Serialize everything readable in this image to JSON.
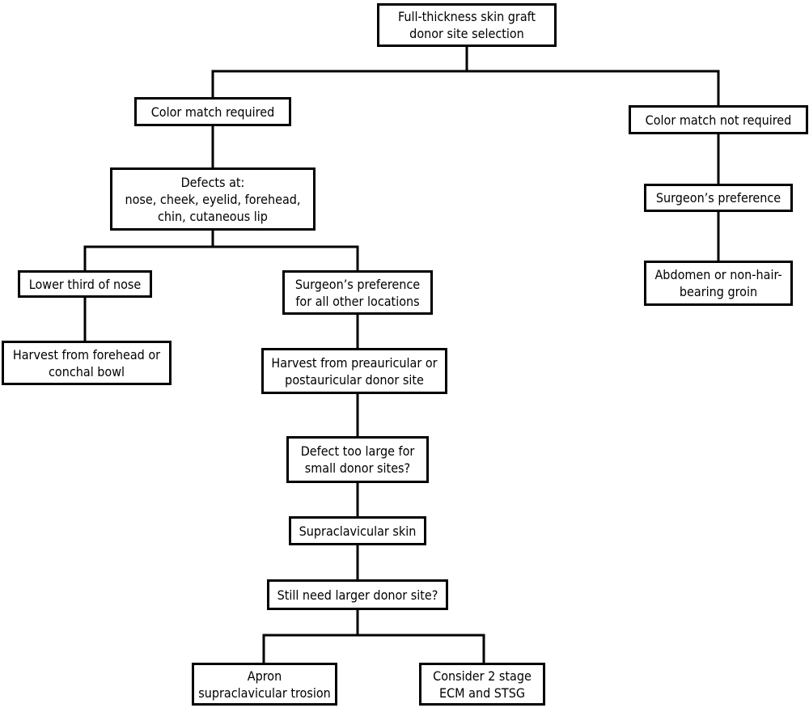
{
  "diagram": {
    "nodes": {
      "root": "Full-thickness skin graft\ndonor site selection",
      "color_required": "Color match required",
      "color_not_required": "Color match not required",
      "defects": "Defects at:\nnose, cheek, eyelid, forehead,\nchin, cutaneous lip",
      "surgeon_pref_right": "Surgeon’s preference",
      "abdomen": "Abdomen or non-hair-\nbearing groin",
      "lower_nose": "Lower third of nose",
      "surgeon_pref_other": "Surgeon’s preference\nfor all other locations",
      "harvest_forehead": "Harvest from forehead or\nconchal bowl",
      "harvest_preauricular": "Harvest from preauricular or\npostauricular donor site",
      "defect_too_large": "Defect too large for\nsmall donor sites?",
      "supraclavicular": "Supraclavicular skin",
      "still_need": "Still need larger donor site?",
      "apron": "Apron\nsupraclavicular trosion",
      "consider": "Consider 2 stage\nECM and STSG"
    }
  }
}
